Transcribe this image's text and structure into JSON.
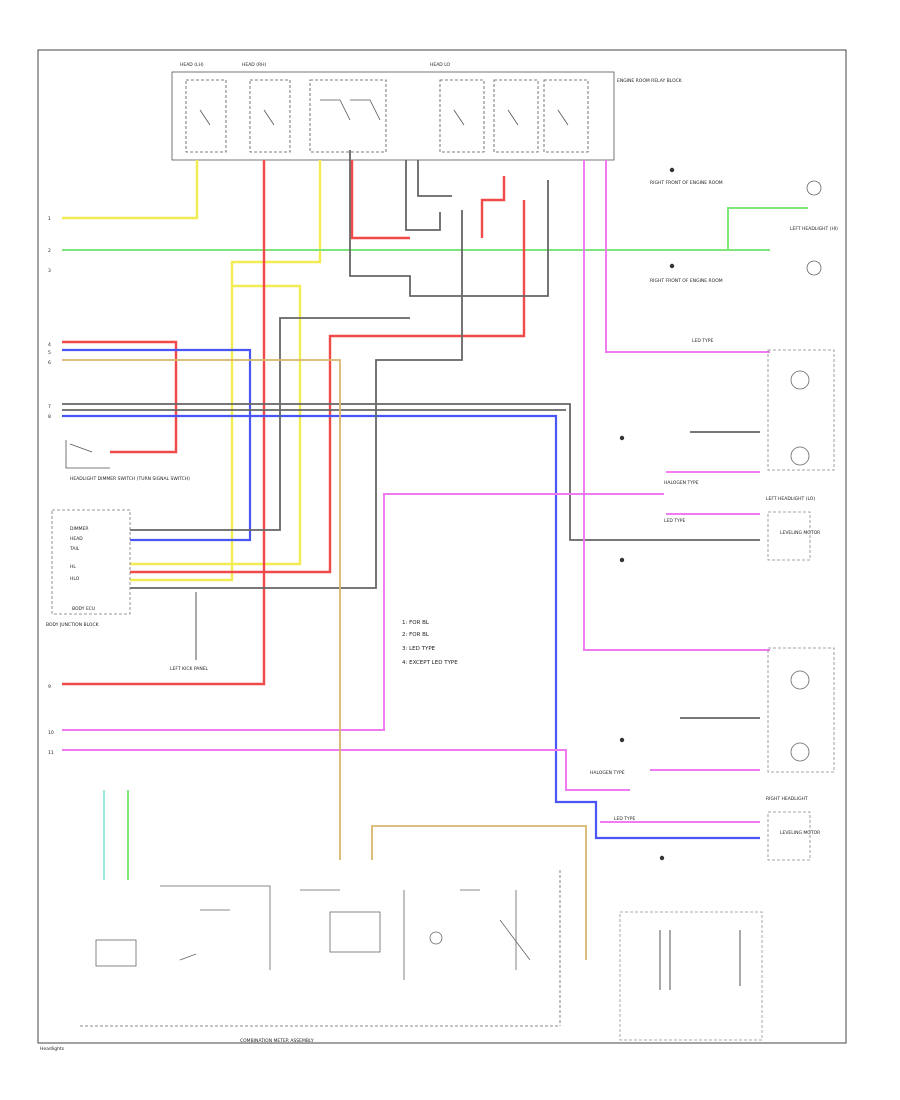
{
  "diagram": {
    "footer_label": "Headlights",
    "meter_label": "COMBINATION METER ASSEMBLY",
    "legend": [
      "1: FOR BL",
      "2: FOR BL",
      "3: LED TYPE",
      "4: EXCEPT LED TYPE"
    ],
    "labels": {
      "engine_relay": "ENGINE ROOM RELAY BLOCK",
      "dimmer_switch": "HEADLIGHT DIMMER SWITCH (TURN SIGNAL SWITCH)",
      "ecu": "BODY ECU",
      "body_jb": "BODY JUNCTION BLOCK",
      "right_ground": "RIGHT FRONT OF ENGINE ROOM",
      "left_headlight_hi": "LEFT HEADLIGHT (HI)",
      "left_headlight_lo": "LEFT HEADLIGHT (LO)",
      "right_headlight": "RIGHT HEADLIGHT",
      "led_type": "LED TYPE",
      "halogen_type": "HALOGEN TYPE",
      "leveling": "LEVELING MOTOR"
    }
  }
}
